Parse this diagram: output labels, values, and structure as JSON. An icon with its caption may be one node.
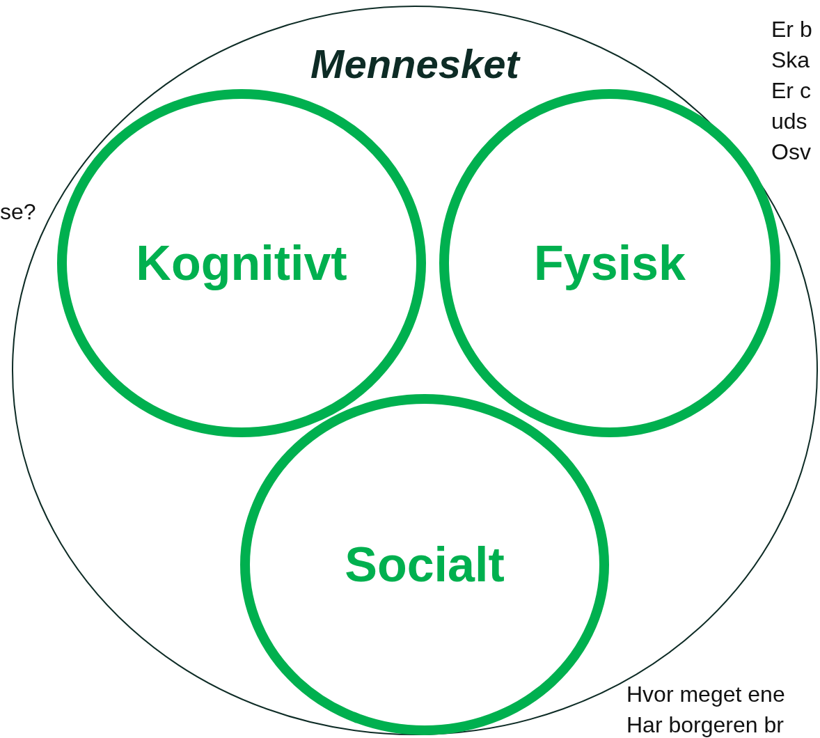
{
  "diagram": {
    "nodes": [
      {
        "text": [
          "Mennesket"
        ]
      },
      {
        "text": [
          "Kognitivt"
        ],
        "in": 0
      },
      {
        "text": [
          "Fysisk"
        ],
        "in": 0
      },
      {
        "text": [
          "Socialt"
        ],
        "in": 0
      }
    ],
    "labels": [
      "Er b",
      "Ska",
      "Er c",
      "uds",
      "Osv",
      "se?",
      "Hvor meget ene",
      "Har borgeren br"
    ]
  }
}
